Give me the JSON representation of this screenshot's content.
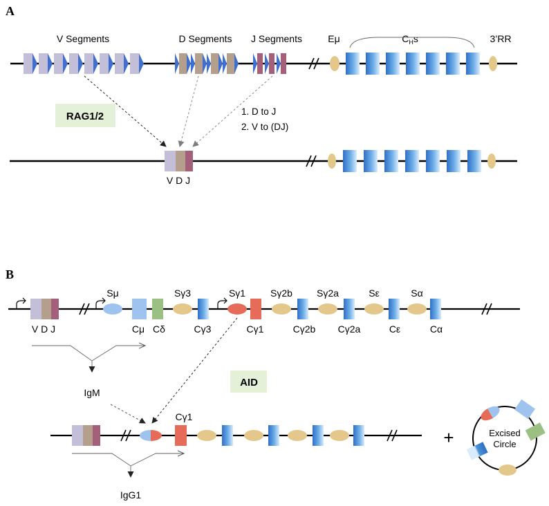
{
  "panel_a": {
    "label": "A",
    "v_segments": "V Segments",
    "d_segments": "D Segments",
    "j_segments": "J Segments",
    "emu": "Eμ",
    "chs_c": "C",
    "chs_h": "H",
    "chs_s": "s",
    "rr3": "3’RR",
    "enzyme": "RAG1/2",
    "step1": "1.   D to J",
    "step2": "2.   V to (DJ)",
    "vdj": "V D J"
  },
  "panel_b": {
    "label": "B",
    "vdj": "V D J",
    "switch_labels": [
      "Sμ",
      "Sγ3",
      "Sγ1",
      "Sγ2b",
      "Sγ2a",
      "Sε",
      "Sα"
    ],
    "constant_labels": [
      "Cμ",
      "Cδ",
      "Cγ3",
      "Cγ1",
      "Cγ2b",
      "Cγ2a",
      "Cε",
      "Cα"
    ],
    "igm": "IgM",
    "enzyme": "AID",
    "cg1_after": "Cγ1",
    "igg1": "IgG1",
    "plus": "+",
    "excised_1": "Excised",
    "excised_2": "Circle"
  },
  "colors": {
    "v_segment": "#c3bfd9",
    "d_segment": "#b49e8c",
    "j_segment": "#a4607a",
    "blue_wedge": "#3f6fd0",
    "constant_blue": "#4c93d6",
    "enhancer": "#e4c78a",
    "s_mu": "#9ec3ee",
    "red": "#e76b59",
    "c_delta": "#9cc083",
    "enzyme_box": "#e4f0d8"
  }
}
